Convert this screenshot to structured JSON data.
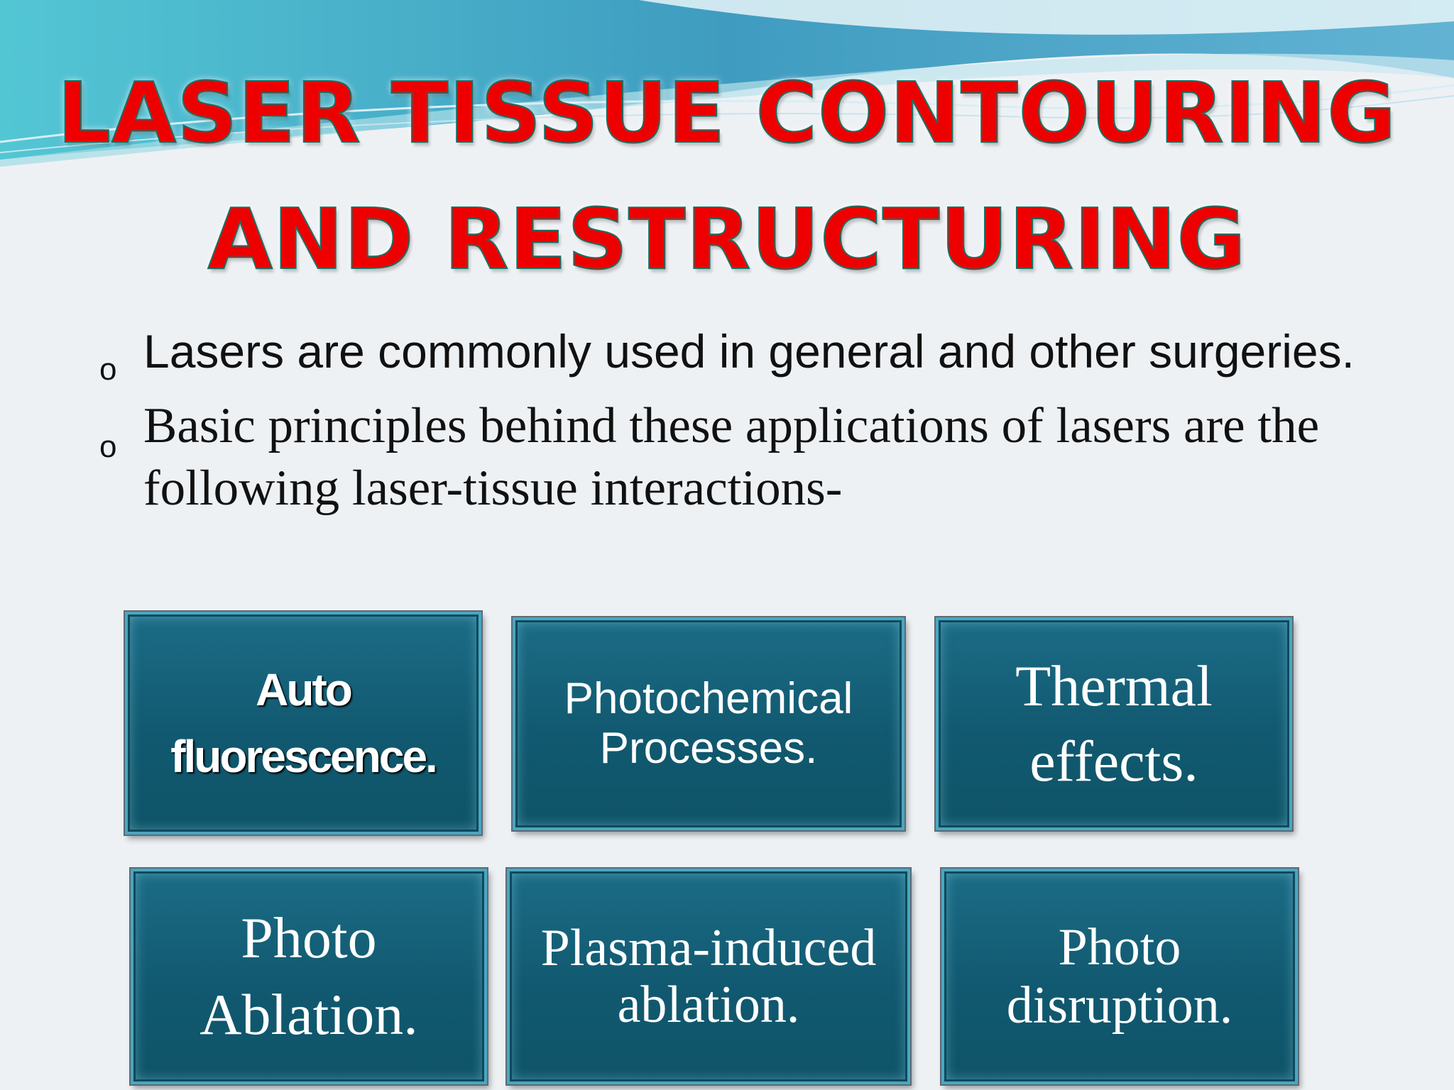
{
  "slide": {
    "title_line1": "LASER TISSUE CONTOURING",
    "title_line2": "AND RESTRUCTURING",
    "bullets": [
      {
        "marker": "o",
        "text": "Lasers are commonly used in general and other surgeries."
      },
      {
        "marker": "o",
        "text": "Basic principles behind these applications of lasers are the following laser-tissue interactions-"
      }
    ],
    "boxes": [
      {
        "label": "Auto fluorescence."
      },
      {
        "label": "Photochemical Processes."
      },
      {
        "label": "Thermal effects."
      },
      {
        "label": "Photo Ablation."
      },
      {
        "label": "Plasma-induced ablation."
      },
      {
        "label": "Photo disruption."
      }
    ]
  },
  "colors": {
    "title": "#ee0000",
    "title_outline": "#1c6e62",
    "box_fill": "#115970",
    "box_text": "#ffffff",
    "background": "#eef1f4",
    "wave": "#3f9cc0"
  }
}
